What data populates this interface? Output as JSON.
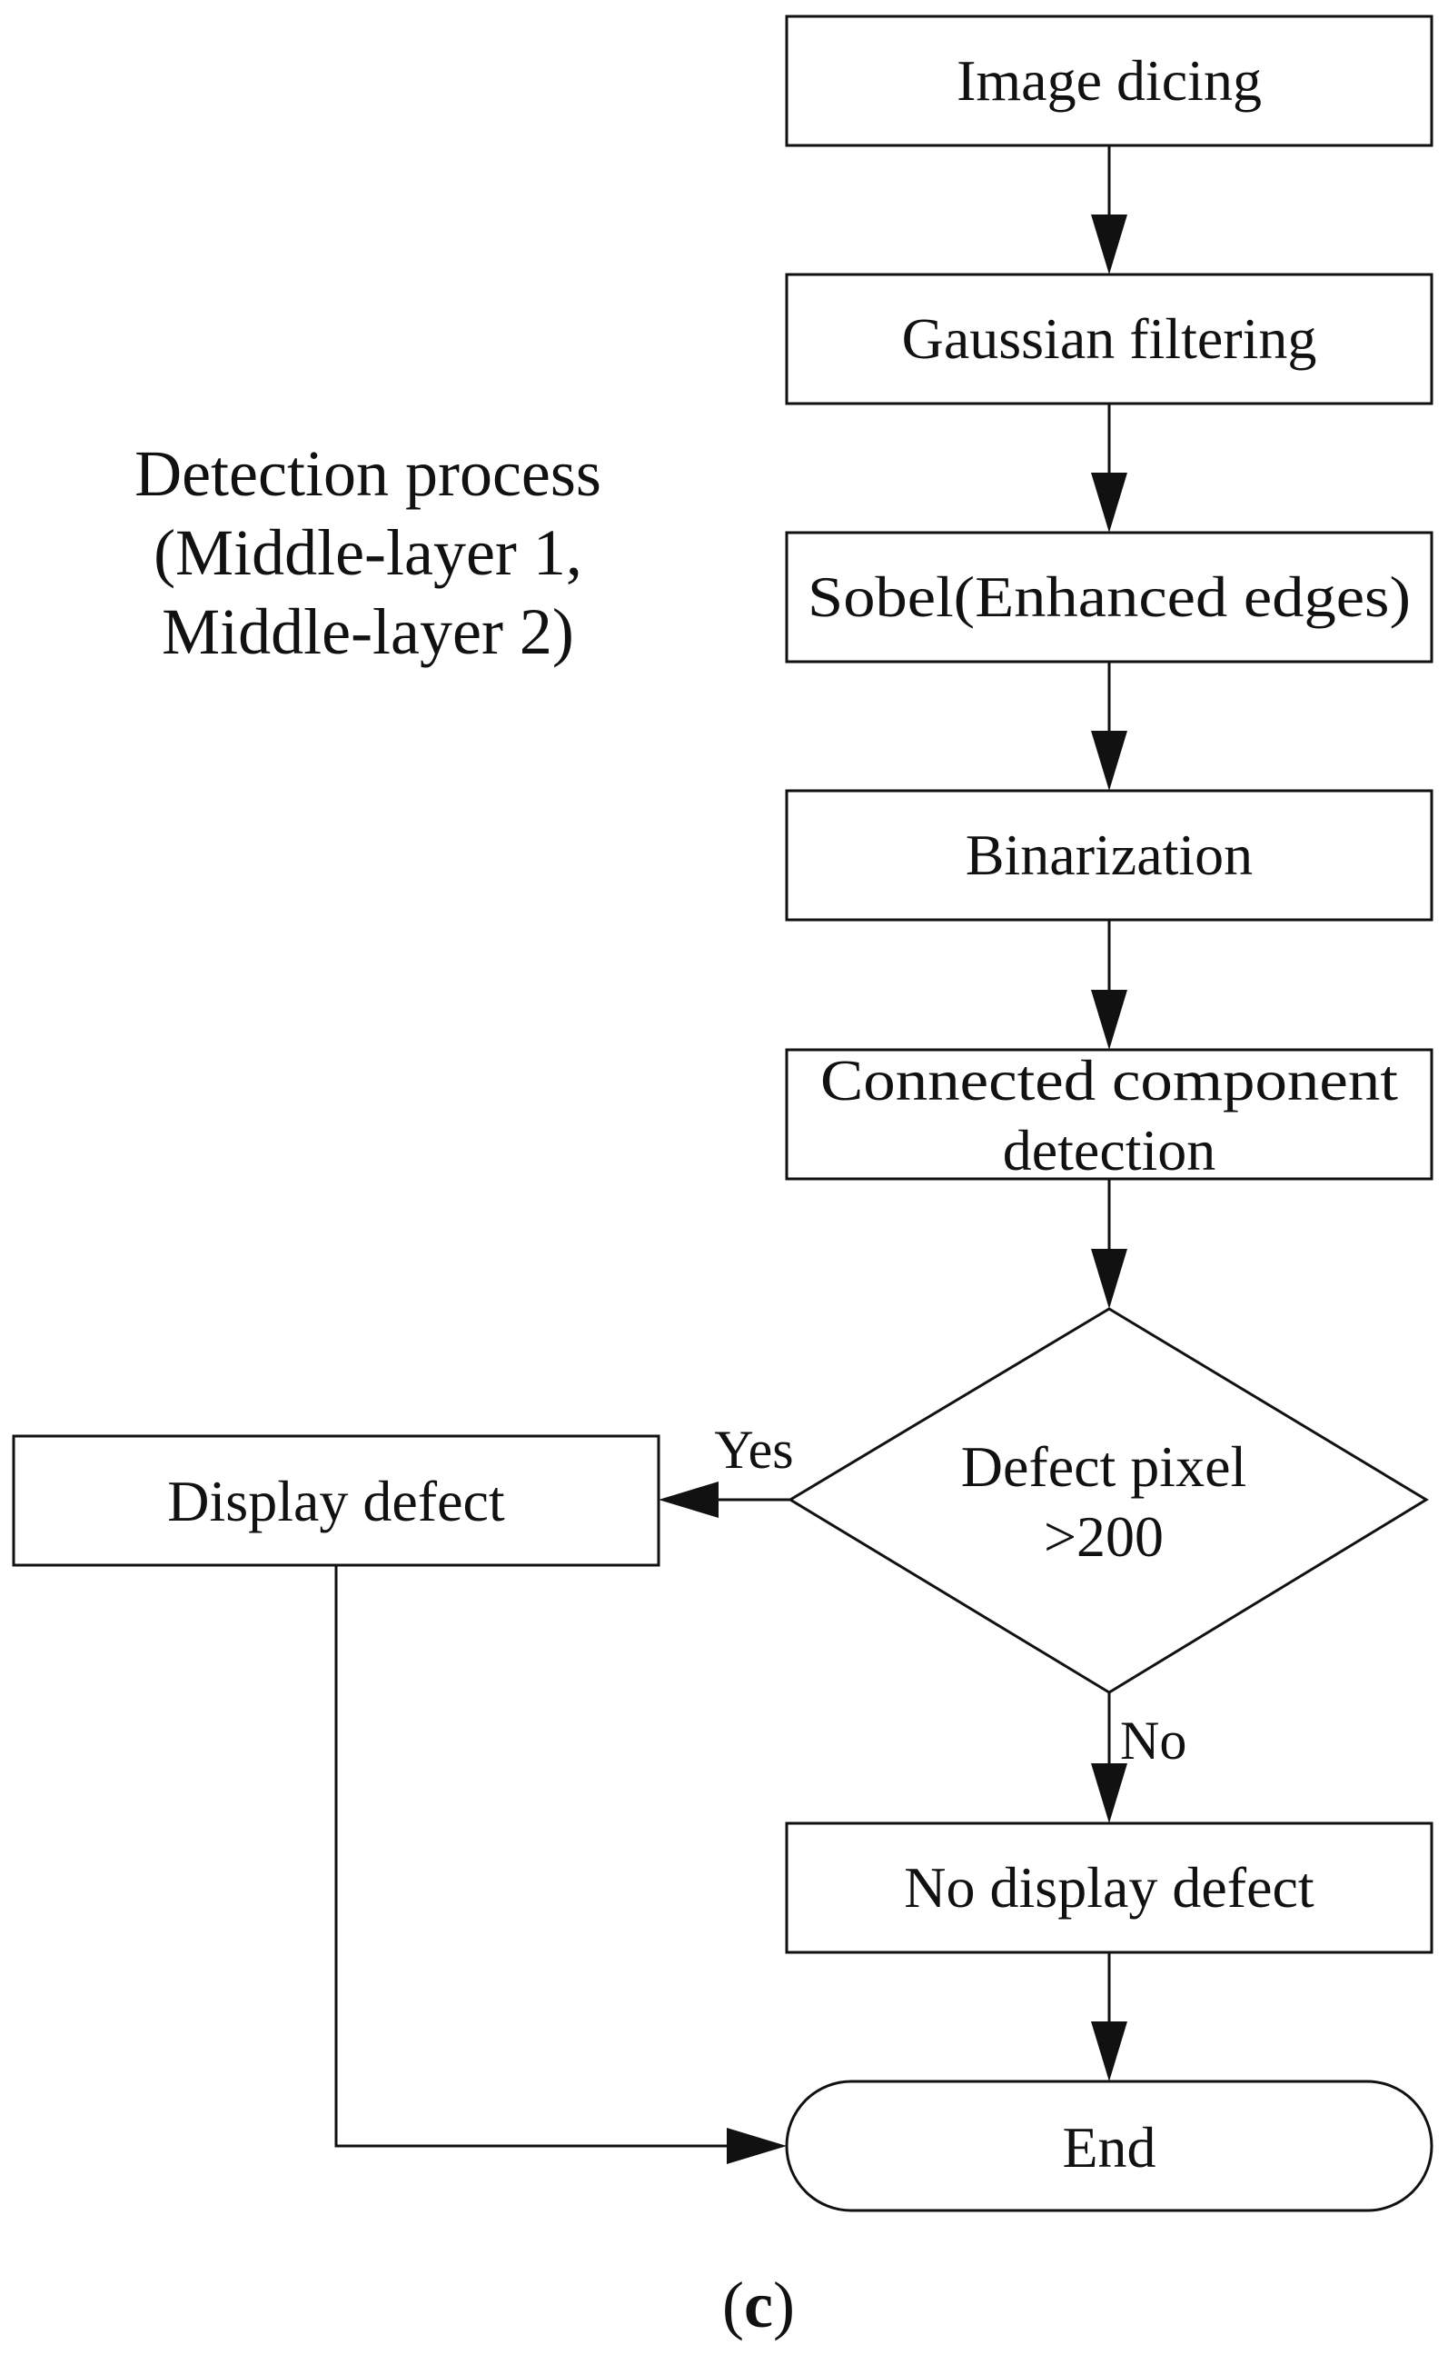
{
  "title": {
    "line1": "Detection process",
    "line2": "(Middle-layer 1,",
    "line3": "Middle-layer 2)"
  },
  "nodes": {
    "image_dicing": {
      "label": "Image dicing"
    },
    "gaussian_filtering": {
      "label": "Gaussian filtering"
    },
    "sobel": {
      "label": "Sobel(Enhanced edges)"
    },
    "binarization": {
      "label": "Binarization"
    },
    "connected_component": {
      "line1": "Connected component",
      "line2": "detection"
    },
    "decision": {
      "line1": "Defect pixel",
      "line2": ">200"
    },
    "display_defect": {
      "label": "Display defect"
    },
    "no_display_defect": {
      "label": "No display defect"
    },
    "end": {
      "label": "End"
    }
  },
  "edges": {
    "yes_label": "Yes",
    "no_label": "No"
  },
  "caption": {
    "open": "(",
    "letter": "c",
    "close": ")"
  }
}
